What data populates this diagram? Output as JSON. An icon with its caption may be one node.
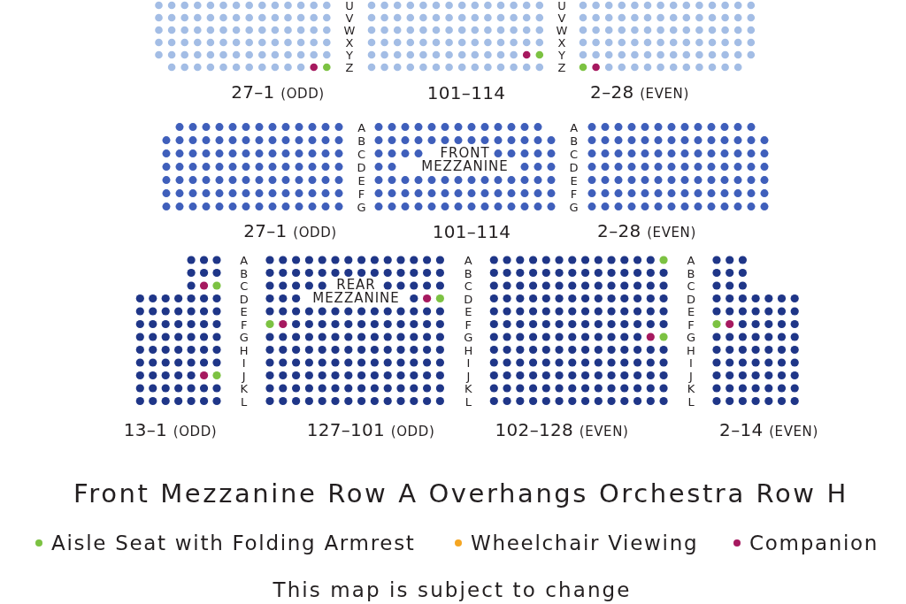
{
  "diagram": {
    "labels": [
      "U",
      "V",
      "W",
      "X",
      "Y",
      "Z",
      "U",
      "V",
      "W",
      "X",
      "Y",
      "Z",
      "27–1 (ODD)",
      "101–114",
      "2–28 (EVEN)",
      "A",
      "B",
      "C",
      "D",
      "E",
      "F",
      "G",
      "FRONT MEZZANINE",
      "A",
      "B",
      "C",
      "D",
      "E",
      "F",
      "G",
      "27–1 (ODD)",
      "101–114",
      "2–28 (EVEN)",
      "A",
      "B",
      "C",
      "D",
      "E",
      "F",
      "G",
      "H",
      "I",
      "J",
      "K",
      "L",
      "REAR MEZZANINE",
      "A",
      "B",
      "C",
      "D",
      "E",
      "F",
      "G",
      "H",
      "I",
      "J",
      "K",
      "L",
      "A",
      "B",
      "C",
      "D",
      "E",
      "F",
      "G",
      "H",
      "I",
      "J",
      "K",
      "L",
      "13–1 (ODD)",
      "127–101 (ODD)",
      "102–128 (EVEN)",
      "2–14 (EVEN)",
      "Front Mezzanine Row A Overhangs Orchestra Row H",
      "This map is subject to change"
    ],
    "legend": [
      {
        "text": "Aisle Seat with Folding Armrest",
        "color": "#7cc242"
      },
      {
        "text": "Wheelchair Viewing",
        "color": "#f5a623"
      },
      {
        "text": "Companion",
        "color": "#a6195f"
      }
    ]
  }
}
